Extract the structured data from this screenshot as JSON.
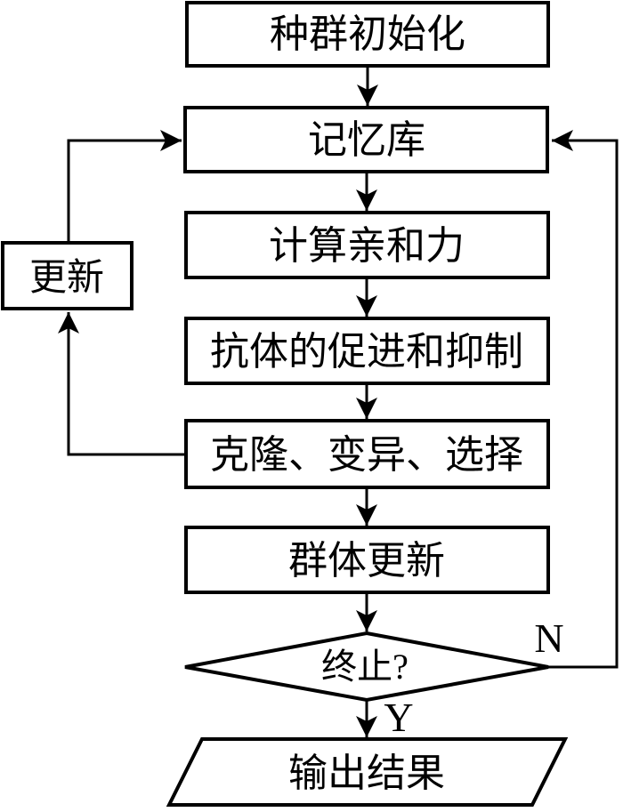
{
  "diagram": {
    "title": "immune-algorithm-flowchart",
    "colors": {
      "line": "#000000",
      "shape_fill": "#ffffff",
      "background": "#ffffff"
    },
    "nodes": [
      {
        "id": "init",
        "shape": "rect",
        "label": "种群初始化"
      },
      {
        "id": "memory",
        "shape": "rect",
        "label": "记忆库"
      },
      {
        "id": "affinity",
        "shape": "rect",
        "label": "计算亲和力"
      },
      {
        "id": "antibody",
        "shape": "rect",
        "label": "抗体的促进和抑制"
      },
      {
        "id": "clone",
        "shape": "rect",
        "label": "克隆、变异、选择"
      },
      {
        "id": "pop_update",
        "shape": "rect",
        "label": "群体更新"
      },
      {
        "id": "terminate",
        "shape": "diamond",
        "label": "终止?"
      },
      {
        "id": "output",
        "shape": "parallelogram",
        "label": "输出结果"
      },
      {
        "id": "update",
        "shape": "rect",
        "label": "更新"
      }
    ],
    "edge_labels": {
      "no": "N",
      "yes": "Y"
    }
  }
}
